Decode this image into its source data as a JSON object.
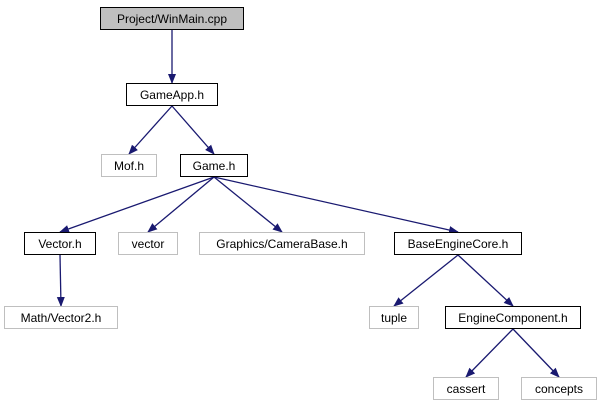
{
  "colors": {
    "edge": "#191970",
    "root_fill": "#bfbfbf",
    "documented_border": "#000000",
    "external_border": "#bfbfbf"
  },
  "nodes": [
    {
      "id": "winmain",
      "label": "Project/WinMain.cpp",
      "kind": "root"
    },
    {
      "id": "gameapp",
      "label": "GameApp.h",
      "kind": "documented"
    },
    {
      "id": "mof",
      "label": "Mof.h",
      "kind": "external"
    },
    {
      "id": "game",
      "label": "Game.h",
      "kind": "documented"
    },
    {
      "id": "vector_h",
      "label": "Vector.h",
      "kind": "documented"
    },
    {
      "id": "vector",
      "label": "vector",
      "kind": "external"
    },
    {
      "id": "camerabase",
      "label": "Graphics/CameraBase.h",
      "kind": "external"
    },
    {
      "id": "baseenginecore",
      "label": "BaseEngineCore.h",
      "kind": "documented"
    },
    {
      "id": "vector2",
      "label": "Math/Vector2.h",
      "kind": "external"
    },
    {
      "id": "tuple",
      "label": "tuple",
      "kind": "external"
    },
    {
      "id": "enginecomponent",
      "label": "EngineComponent.h",
      "kind": "documented"
    },
    {
      "id": "cassert",
      "label": "cassert",
      "kind": "external"
    },
    {
      "id": "concepts",
      "label": "concepts",
      "kind": "external"
    }
  ],
  "edges": [
    {
      "from": "winmain",
      "to": "gameapp"
    },
    {
      "from": "gameapp",
      "to": "mof"
    },
    {
      "from": "gameapp",
      "to": "game"
    },
    {
      "from": "game",
      "to": "vector_h"
    },
    {
      "from": "game",
      "to": "vector"
    },
    {
      "from": "game",
      "to": "camerabase"
    },
    {
      "from": "game",
      "to": "baseenginecore"
    },
    {
      "from": "vector_h",
      "to": "vector2"
    },
    {
      "from": "baseenginecore",
      "to": "tuple"
    },
    {
      "from": "baseenginecore",
      "to": "enginecomponent"
    },
    {
      "from": "enginecomponent",
      "to": "cassert"
    },
    {
      "from": "enginecomponent",
      "to": "concepts"
    }
  ]
}
